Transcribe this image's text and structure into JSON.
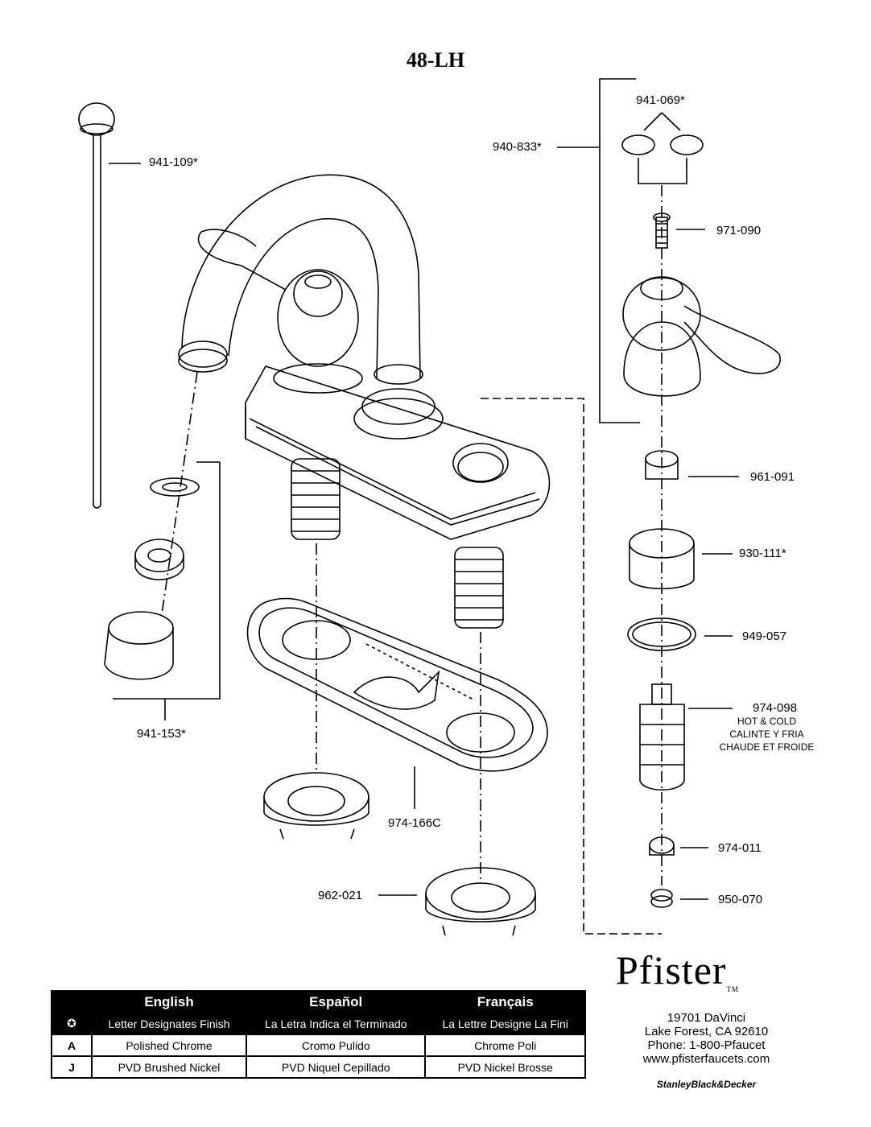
{
  "title": "48-LH",
  "parts": {
    "p941_109": "941-109*",
    "p940_833": "940-833*",
    "p941_069": "941-069*",
    "p971_090": "971-090",
    "p961_091": "961-091",
    "p930_111": "930-111*",
    "p949_057": "949-057",
    "p974_098": "974-098",
    "p974_011": "974-011",
    "p950_070": "950-070",
    "p941_153": "941-153*",
    "p974_166C": "974-166C",
    "p962_021": "962-021"
  },
  "cartridge_note": [
    "HOT & COLD",
    "CALINTE Y FRIA",
    "CHAUDE ET FROIDE"
  ],
  "finish_table": {
    "languages": [
      "English",
      "Español",
      "Français"
    ],
    "legend_symbol": "✪",
    "legend": [
      "Letter Designates Finish",
      "La Letra Indica el Terminado",
      "La Lettre Designe La Fini"
    ],
    "rows": [
      {
        "code": "A",
        "english": "Polished Chrome",
        "spanish": "Cromo Pulido",
        "french": "Chrome Poli"
      },
      {
        "code": "J",
        "english": "PVD Brushed Nickel",
        "spanish": "PVD Niquel Cepillado",
        "french": "PVD Nickel Brosse"
      }
    ]
  },
  "brand": {
    "name": "Pfister",
    "trademark": "TM",
    "address": [
      "19701 DaVinci",
      "Lake Forest, CA 92610",
      "Phone: 1-800-Pfaucet",
      "www.pfisterfaucets.com"
    ],
    "parent": "StanleyBlack&Decker"
  }
}
